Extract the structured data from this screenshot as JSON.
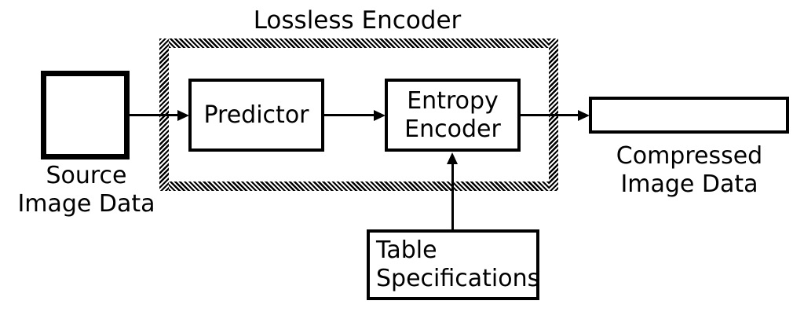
{
  "title": "Lossless Encoder",
  "nodes": {
    "source": {
      "label_lines": [
        "Source",
        "Image Data"
      ]
    },
    "predictor": {
      "label": "Predictor"
    },
    "entropy": {
      "label_lines": [
        "Entropy",
        "Encoder"
      ]
    },
    "compressed": {
      "label_lines": [
        "Compressed",
        "Image Data"
      ]
    },
    "table": {
      "label_lines": [
        "Table",
        "Specifications"
      ]
    }
  },
  "edges": [
    {
      "from": "source",
      "to": "predictor"
    },
    {
      "from": "predictor",
      "to": "entropy"
    },
    {
      "from": "entropy",
      "to": "compressed"
    },
    {
      "from": "table",
      "to": "entropy"
    }
  ],
  "colors": {
    "ink": "#000000",
    "paper": "#ffffff"
  }
}
